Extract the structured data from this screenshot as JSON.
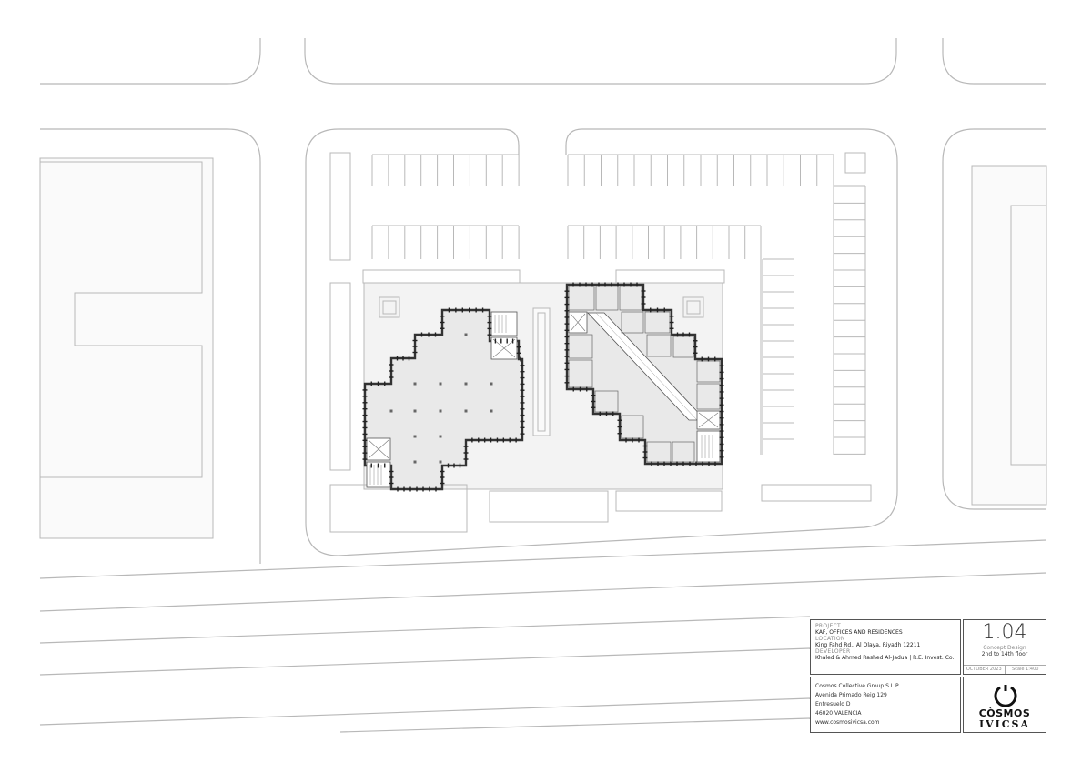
{
  "title_block": {
    "project_label": "PROJECT",
    "project_value": "KAF, OFFICES AND RESIDENCES",
    "location_label": "LOCATION",
    "location_value": "King Fahd Rd., Al Olaya, Riyadh 12211",
    "developer_label": "DEVELOPER",
    "developer_value": "Khaled & Ahmed Rashed Al-Jadua | R.E. Invest. Co.",
    "sheet_number": "1.04",
    "phase": "Concept Design",
    "sheet_description": "2nd to 14th floor",
    "date": "OCTOBER 2023",
    "scale": "Scale 1:400"
  },
  "office": {
    "company": "Cosmos Collective Group S.L.P.",
    "address_1": "Avenida Primado Reig 129",
    "address_2": "Entresuelo D",
    "city": "46020 VALENCIA",
    "website": "www.cosmosivicsa.com"
  },
  "logo": {
    "name": "CÒSMOS",
    "sub": "IVICSA"
  },
  "colors": {
    "line": "#b8b8b8",
    "dark_line": "#333333",
    "building_fill": "#e9e9e9",
    "podium_fill": "#f3f3f3"
  }
}
